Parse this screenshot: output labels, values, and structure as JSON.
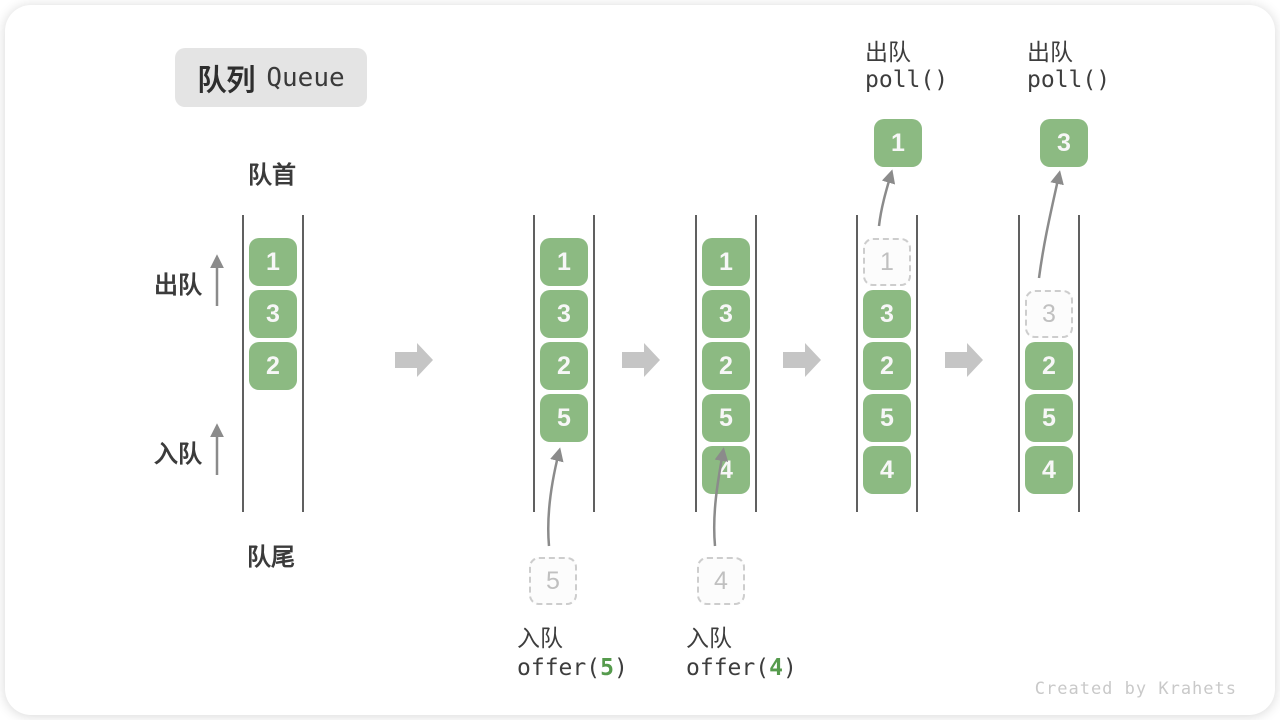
{
  "title": {
    "zh": "队列",
    "en": "Queue"
  },
  "side_labels": {
    "front": "队首",
    "rear": "队尾",
    "dequeue": "出队",
    "enqueue": "入队"
  },
  "states": [
    {
      "blocks": [
        "1",
        "3",
        "2"
      ]
    },
    {
      "blocks": [
        "1",
        "3",
        "2",
        "5"
      ],
      "incoming": "5",
      "op_label": "入队",
      "op_fn": "offer(",
      "op_arg": "5",
      "op_close": ")"
    },
    {
      "blocks": [
        "1",
        "3",
        "2",
        "5",
        "4"
      ],
      "incoming": "4",
      "op_label": "入队",
      "op_fn": "offer(",
      "op_arg": "4",
      "op_close": ")"
    },
    {
      "blocks": [
        "3",
        "2",
        "5",
        "4"
      ],
      "removed": "1",
      "outgoing": "1",
      "op_label": "出队",
      "op_code": "poll()"
    },
    {
      "blocks": [
        "2",
        "5",
        "4"
      ],
      "removed": "3",
      "outgoing": "3",
      "op_label": "出队",
      "op_code": "poll()"
    }
  ],
  "watermark": "Created by Krahets",
  "colors": {
    "block_green": "#8cba82",
    "accent_green": "#569b4d",
    "label_dark": "#3b3b3b",
    "thin_arrow_gray": "#8b8b8b",
    "big_arrow_gray": "#c5c5c5",
    "badge_gray": "#e4e4e4"
  }
}
